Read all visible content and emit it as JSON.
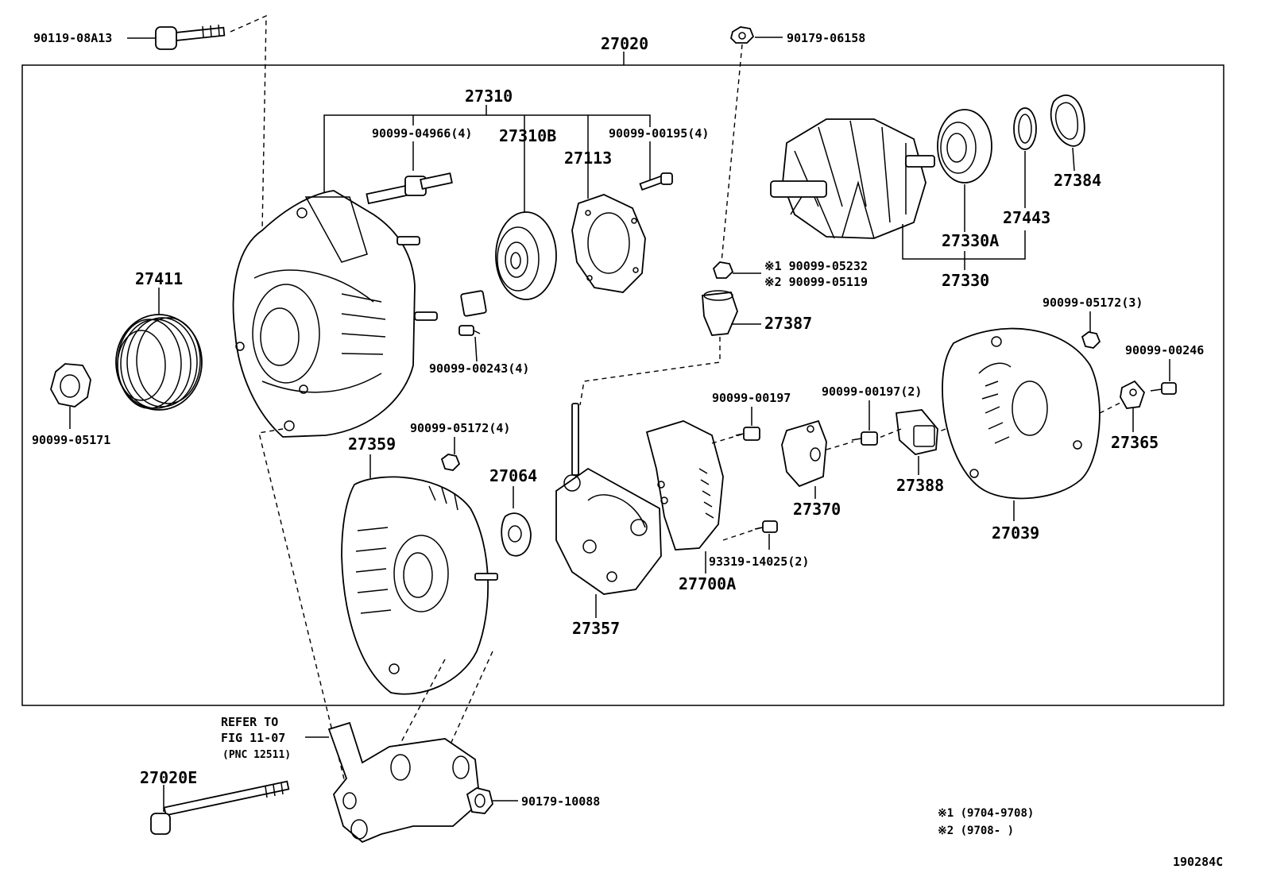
{
  "assembly_label": "27020",
  "diagram_code": "190284C",
  "refer": {
    "line1": "REFER TO",
    "line2": "FIG 11-07",
    "line3": "(PNC 12511)"
  },
  "parts": {
    "p90119_08A13": "90119-08A13",
    "p90179_06158": "90179-06158",
    "p27310": "27310",
    "p90099_04966": "90099-04966(4)",
    "p27310B": "27310B",
    "p27113": "27113",
    "p90099_00195": "90099-00195(4)",
    "p27384": "27384",
    "p27443": "27443",
    "p27330A": "27330A",
    "p27330": "27330",
    "p90099_05232": "※1 90099-05232",
    "p90099_05119": "※2 90099-05119",
    "p27387": "27387",
    "p27411": "27411",
    "p90099_05171": "90099-05171",
    "p90099_00243": "90099-00243(4)",
    "p90099_05172_3": "90099-05172(3)",
    "p90099_00246": "90099-00246",
    "p90099_00197": "90099-00197",
    "p90099_00197_2": "90099-00197(2)",
    "p27365": "27365",
    "p27039": "27039",
    "p27388": "27388",
    "p27370": "27370",
    "p93319_14025": "93319-14025(2)",
    "p27700A": "27700A",
    "p27357": "27357",
    "p27064": "27064",
    "p27359": "27359",
    "p90099_05172_4": "90099-05172(4)",
    "p27020E": "27020E",
    "p90179_10088": "90179-10088"
  },
  "notes": {
    "note1": "※1 (9704-9708)",
    "note2": "※2 (9708-     )"
  }
}
